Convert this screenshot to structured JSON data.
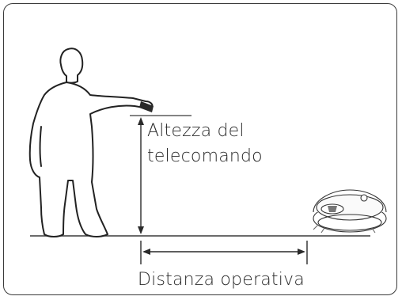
{
  "diagram": {
    "labels": {
      "remote_height_line1": "Altezza del",
      "remote_height_line2": "telecomando",
      "operating_distance": "Distanza operativa"
    }
  }
}
